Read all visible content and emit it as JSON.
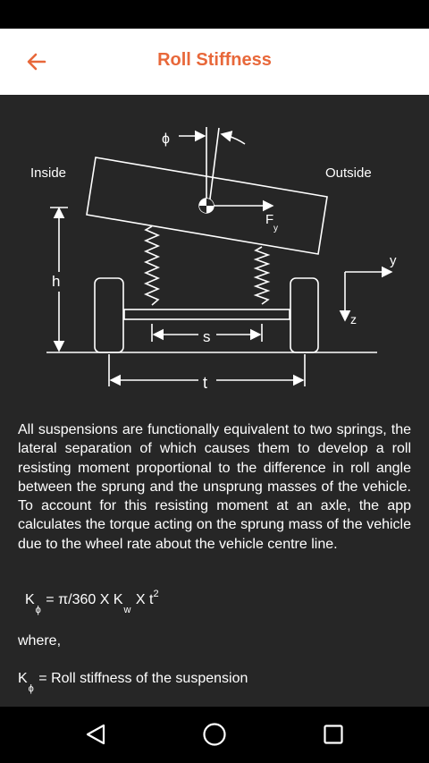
{
  "app_bar": {
    "title": "Roll Stiffness",
    "back_icon": "arrow-left-icon"
  },
  "diagram": {
    "labels": {
      "inside": "Inside",
      "outside": "Outside",
      "phi": "ϕ",
      "f": "F",
      "f_sub": "y",
      "h": "h",
      "s": "s",
      "t": "t",
      "y": "y",
      "z": "z"
    }
  },
  "paragraph": "All suspensions are functionally equivalent to two springs, the lateral separation of which causes them to develop a roll resisting moment proportional to the difference in roll angle between the sprung and the unsprung masses of the vehicle. To account for this resisting moment at an axle, the app calculates the torque acting on the sprung mass of the vehicle due to the wheel rate about the vehicle centre line.",
  "formula": {
    "k": "K",
    "k_sub": "ϕ",
    "middle": "= π/360 X K",
    "kw_sub": "w",
    "tail": "X t",
    "exp": "2"
  },
  "where_text": "where,",
  "definition": {
    "k": "K",
    "k_sub": "ϕ",
    "text": "= Roll stiffness of the suspension"
  },
  "nav": {
    "back_icon": "triangle-back-icon",
    "home_icon": "circle-home-icon",
    "recents_icon": "square-recents-icon"
  },
  "colors": {
    "accent": "#e8683a",
    "background": "#262626",
    "app_bar": "#ffffff",
    "system_bars": "#000000"
  }
}
